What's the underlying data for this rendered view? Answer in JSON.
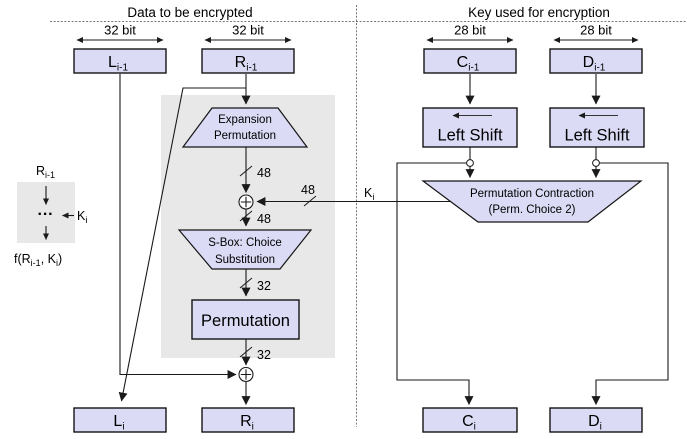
{
  "titles": {
    "left": "Data to be encrypted",
    "right": "Key used for encryption"
  },
  "bit_widths": {
    "l": "32 bit",
    "r": "32 bit",
    "c": "28 bit",
    "d": "28 bit"
  },
  "registers": {
    "l_prev": {
      "base": "L",
      "sub": "i-1"
    },
    "r_prev": {
      "base": "R",
      "sub": "i-1"
    },
    "c_prev": {
      "base": "C",
      "sub": "i-1"
    },
    "d_prev": {
      "base": "D",
      "sub": "i-1"
    },
    "l_next": {
      "base": "L",
      "sub": "i"
    },
    "r_next": {
      "base": "R",
      "sub": "i"
    },
    "c_next": {
      "base": "C",
      "sub": "i"
    },
    "d_next": {
      "base": "D",
      "sub": "i"
    }
  },
  "blocks": {
    "expansion": {
      "line1": "Expansion",
      "line2": "Permutation"
    },
    "sbox": {
      "line1": "S-Box: Choice",
      "line2": "Substitution"
    },
    "permutation": {
      "label": "Permutation"
    },
    "left_shift_c": {
      "label": "Left Shift"
    },
    "left_shift_d": {
      "label": "Left Shift"
    },
    "perm_contraction": {
      "line1": "Permutation Contraction",
      "line2": "(Perm. Choice 2)"
    }
  },
  "wire_labels": {
    "bits48_expansion_out": "48",
    "bits48_subkey": "48",
    "bits48_xor_out": "48",
    "bits32_sbox_out": "32",
    "bits32_perm_out": "32",
    "subkey": {
      "base": "K",
      "sub": "i"
    }
  },
  "legend": {
    "input": {
      "base": "R",
      "sub": "i-1"
    },
    "dots": "···",
    "key": {
      "base": "K",
      "sub": "i"
    },
    "output": {
      "p1": "f(R",
      "sub1": "i-1",
      "p2": ", K",
      "sub2": "i",
      "p3": ")"
    }
  },
  "colors": {
    "box_fill": "#dbdbf5",
    "box_border": "#141414",
    "panel_gray": "#e8e8e8",
    "wire": "#1a1a1a",
    "divider": "#777777",
    "text": "#000000",
    "background": "#ffffff"
  }
}
